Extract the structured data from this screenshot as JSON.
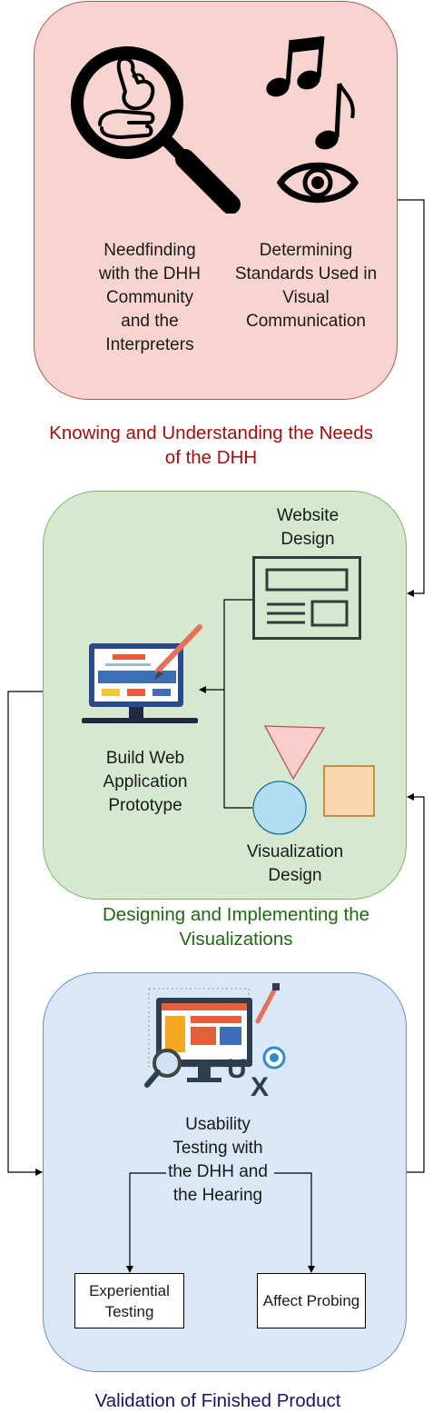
{
  "stage1": {
    "items": {
      "needfinding": "Needfinding with the DHH Community and the Interpreters",
      "standards": "Determining Standards Used in Visual Communication"
    },
    "caption": "Knowing and Understanding the Needs of the DHH",
    "caption_color": "#a50e0e",
    "fill": "#f8d4d0",
    "stroke": "#b85450"
  },
  "stage2": {
    "items": {
      "website_design": "Website Design",
      "build_prototype": "Build Web Application Prototype",
      "visualization_design": "Visualization Design"
    },
    "caption": "Designing and Implementing the Visualizations",
    "caption_color": "#1e6b0e",
    "fill": "#d6e8cf",
    "stroke": "#82b366"
  },
  "stage3": {
    "items": {
      "usability_testing": "Usability Testing with the DHH and the Hearing",
      "experiential_testing": "Experiential Testing",
      "affect_probing": "Affect Probing"
    },
    "icon_letters": [
      "U",
      "X"
    ],
    "caption": "Validation of Finished Product",
    "caption_color": "#14146e",
    "fill": "#dae7f7",
    "stroke": "#6c8ebf"
  },
  "icons": {
    "stage1": [
      "magnifier-sign-language-icon",
      "music-notes-icon",
      "eye-icon"
    ],
    "stage2": [
      "website-layout-icon",
      "laptop-design-icon",
      "triangle-shape",
      "square-shape",
      "circle-shape"
    ],
    "stage3": [
      "ux-testing-icon"
    ]
  }
}
